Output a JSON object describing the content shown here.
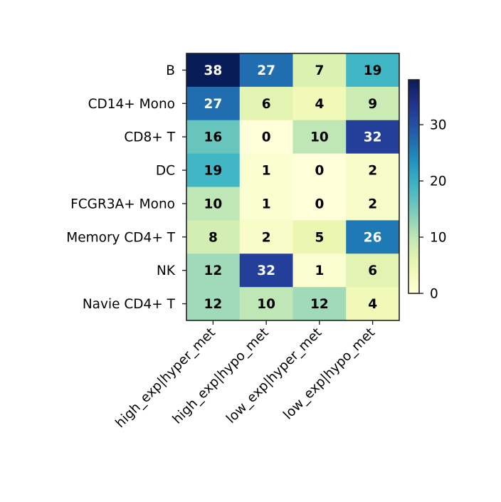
{
  "chart_data": {
    "type": "heatmap",
    "title": "",
    "xlabel": "",
    "ylabel": "",
    "rows": [
      "B",
      "CD14+ Mono",
      "CD8+ T",
      "DC",
      "FCGR3A+ Mono",
      "Memory CD4+ T",
      "NK",
      "Navie CD4+ T"
    ],
    "columns": [
      "high_exp|hyper_met",
      "high_exp|hypo_met",
      "low_exp|hyper_met",
      "low_exp|hypo_met"
    ],
    "values": [
      [
        38,
        27,
        7,
        19
      ],
      [
        27,
        6,
        4,
        9
      ],
      [
        16,
        0,
        10,
        32
      ],
      [
        19,
        1,
        0,
        2
      ],
      [
        10,
        1,
        0,
        2
      ],
      [
        8,
        2,
        5,
        26
      ],
      [
        12,
        32,
        1,
        6
      ],
      [
        12,
        10,
        12,
        4
      ]
    ],
    "colormap": "YlGnBu",
    "vmin": 0,
    "vmax": 38,
    "text_color_threshold": 20,
    "text_colors": {
      "light": "#ffffff",
      "dark": "#000000"
    },
    "colorbar": {
      "ticks": [
        0,
        10,
        20,
        30
      ],
      "tick_labels": [
        "0",
        "10",
        "20",
        "30"
      ],
      "placement": "right"
    },
    "grid": false
  }
}
